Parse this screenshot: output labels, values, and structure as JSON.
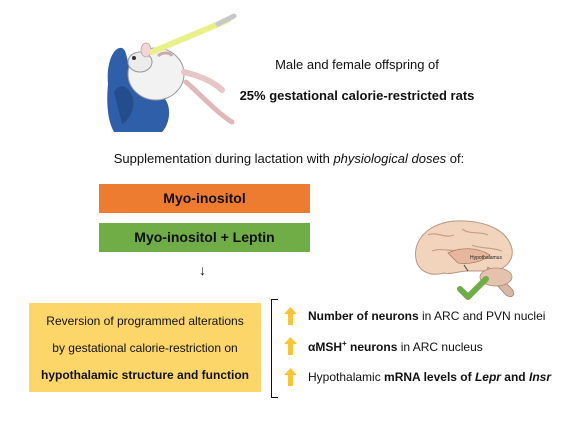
{
  "intro": {
    "line1": "Male and female offspring of",
    "line2": "25% gestational calorie-restricted rats"
  },
  "supplementation": {
    "prefix": "Supplementation during lactation with ",
    "emphasis": "physiological doses",
    "suffix": " of:"
  },
  "treatments": [
    {
      "label": "Myo-inositol",
      "color": "#ee7c30"
    },
    {
      "label": "Myo-inositol + Leptin",
      "color": "#70ad47"
    }
  ],
  "down_arrow": "↓",
  "brain_label": "Hypothalamus",
  "result_box": {
    "line1": "Reversion of programmed alterations",
    "line2": "by gestational calorie-restriction on",
    "line3": "hypothalamic structure and function",
    "color": "#fdd66a"
  },
  "outcomes": {
    "o1_bold": "Number of neurons",
    "o1_rest": " in ARC and PVN nuclei",
    "o2_bold": "αMSH",
    "o2_sup": "+",
    "o2_bold2": " neurons",
    "o2_rest": " in ARC nucleus",
    "o3_pre": "Hypothalamic ",
    "o3_bold": "mRNA levels of ",
    "o3_gene1": "Lepr",
    "o3_and": " and ",
    "o3_gene2": "Insr"
  },
  "colors": {
    "up_arrow": "#fbc434",
    "check": "#70ad47"
  }
}
